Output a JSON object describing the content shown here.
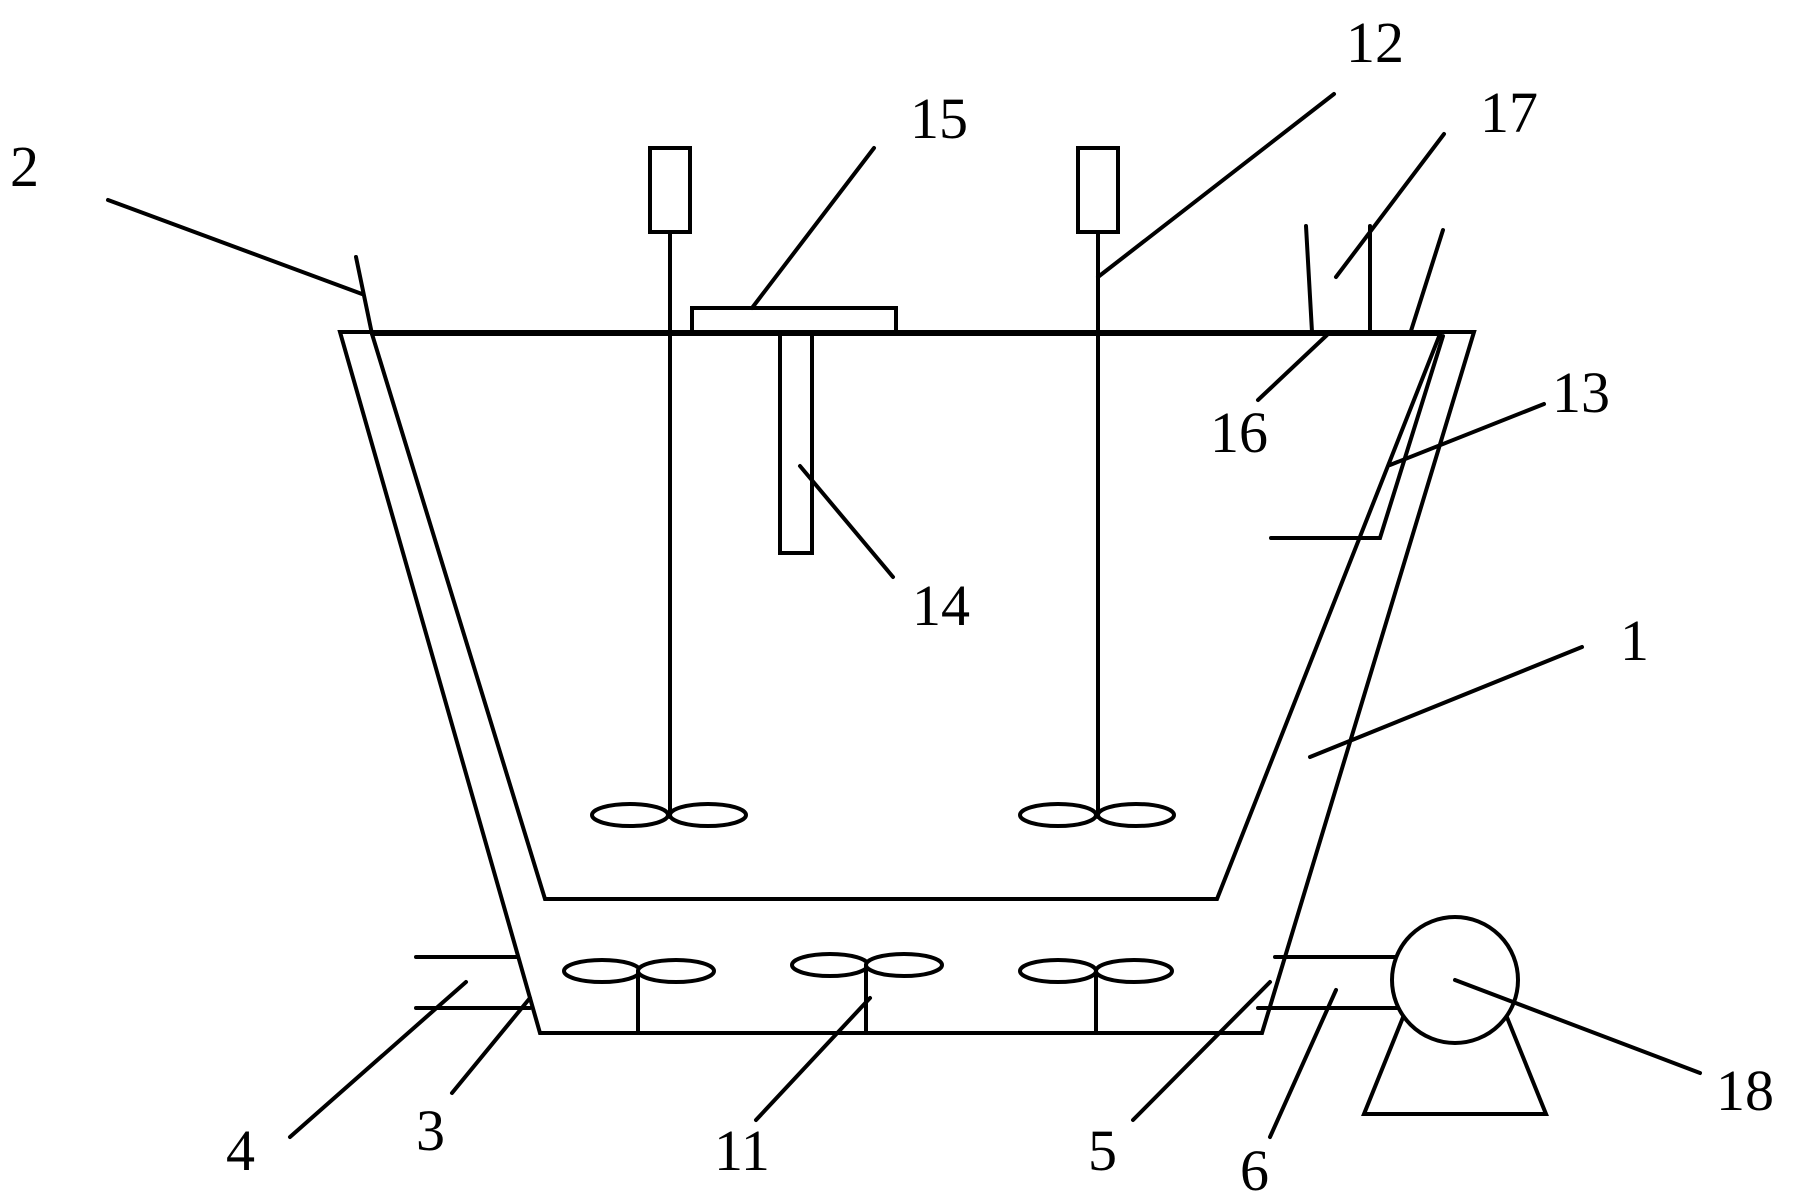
{
  "labels": {
    "l1": "1",
    "l2": "2",
    "l3": "3",
    "l4": "4",
    "l5": "5",
    "l6": "6",
    "l11": "11",
    "l12": "12",
    "l13": "13",
    "l14": "14",
    "l15": "15",
    "l16": "16",
    "l17": "17",
    "l18": "18"
  }
}
